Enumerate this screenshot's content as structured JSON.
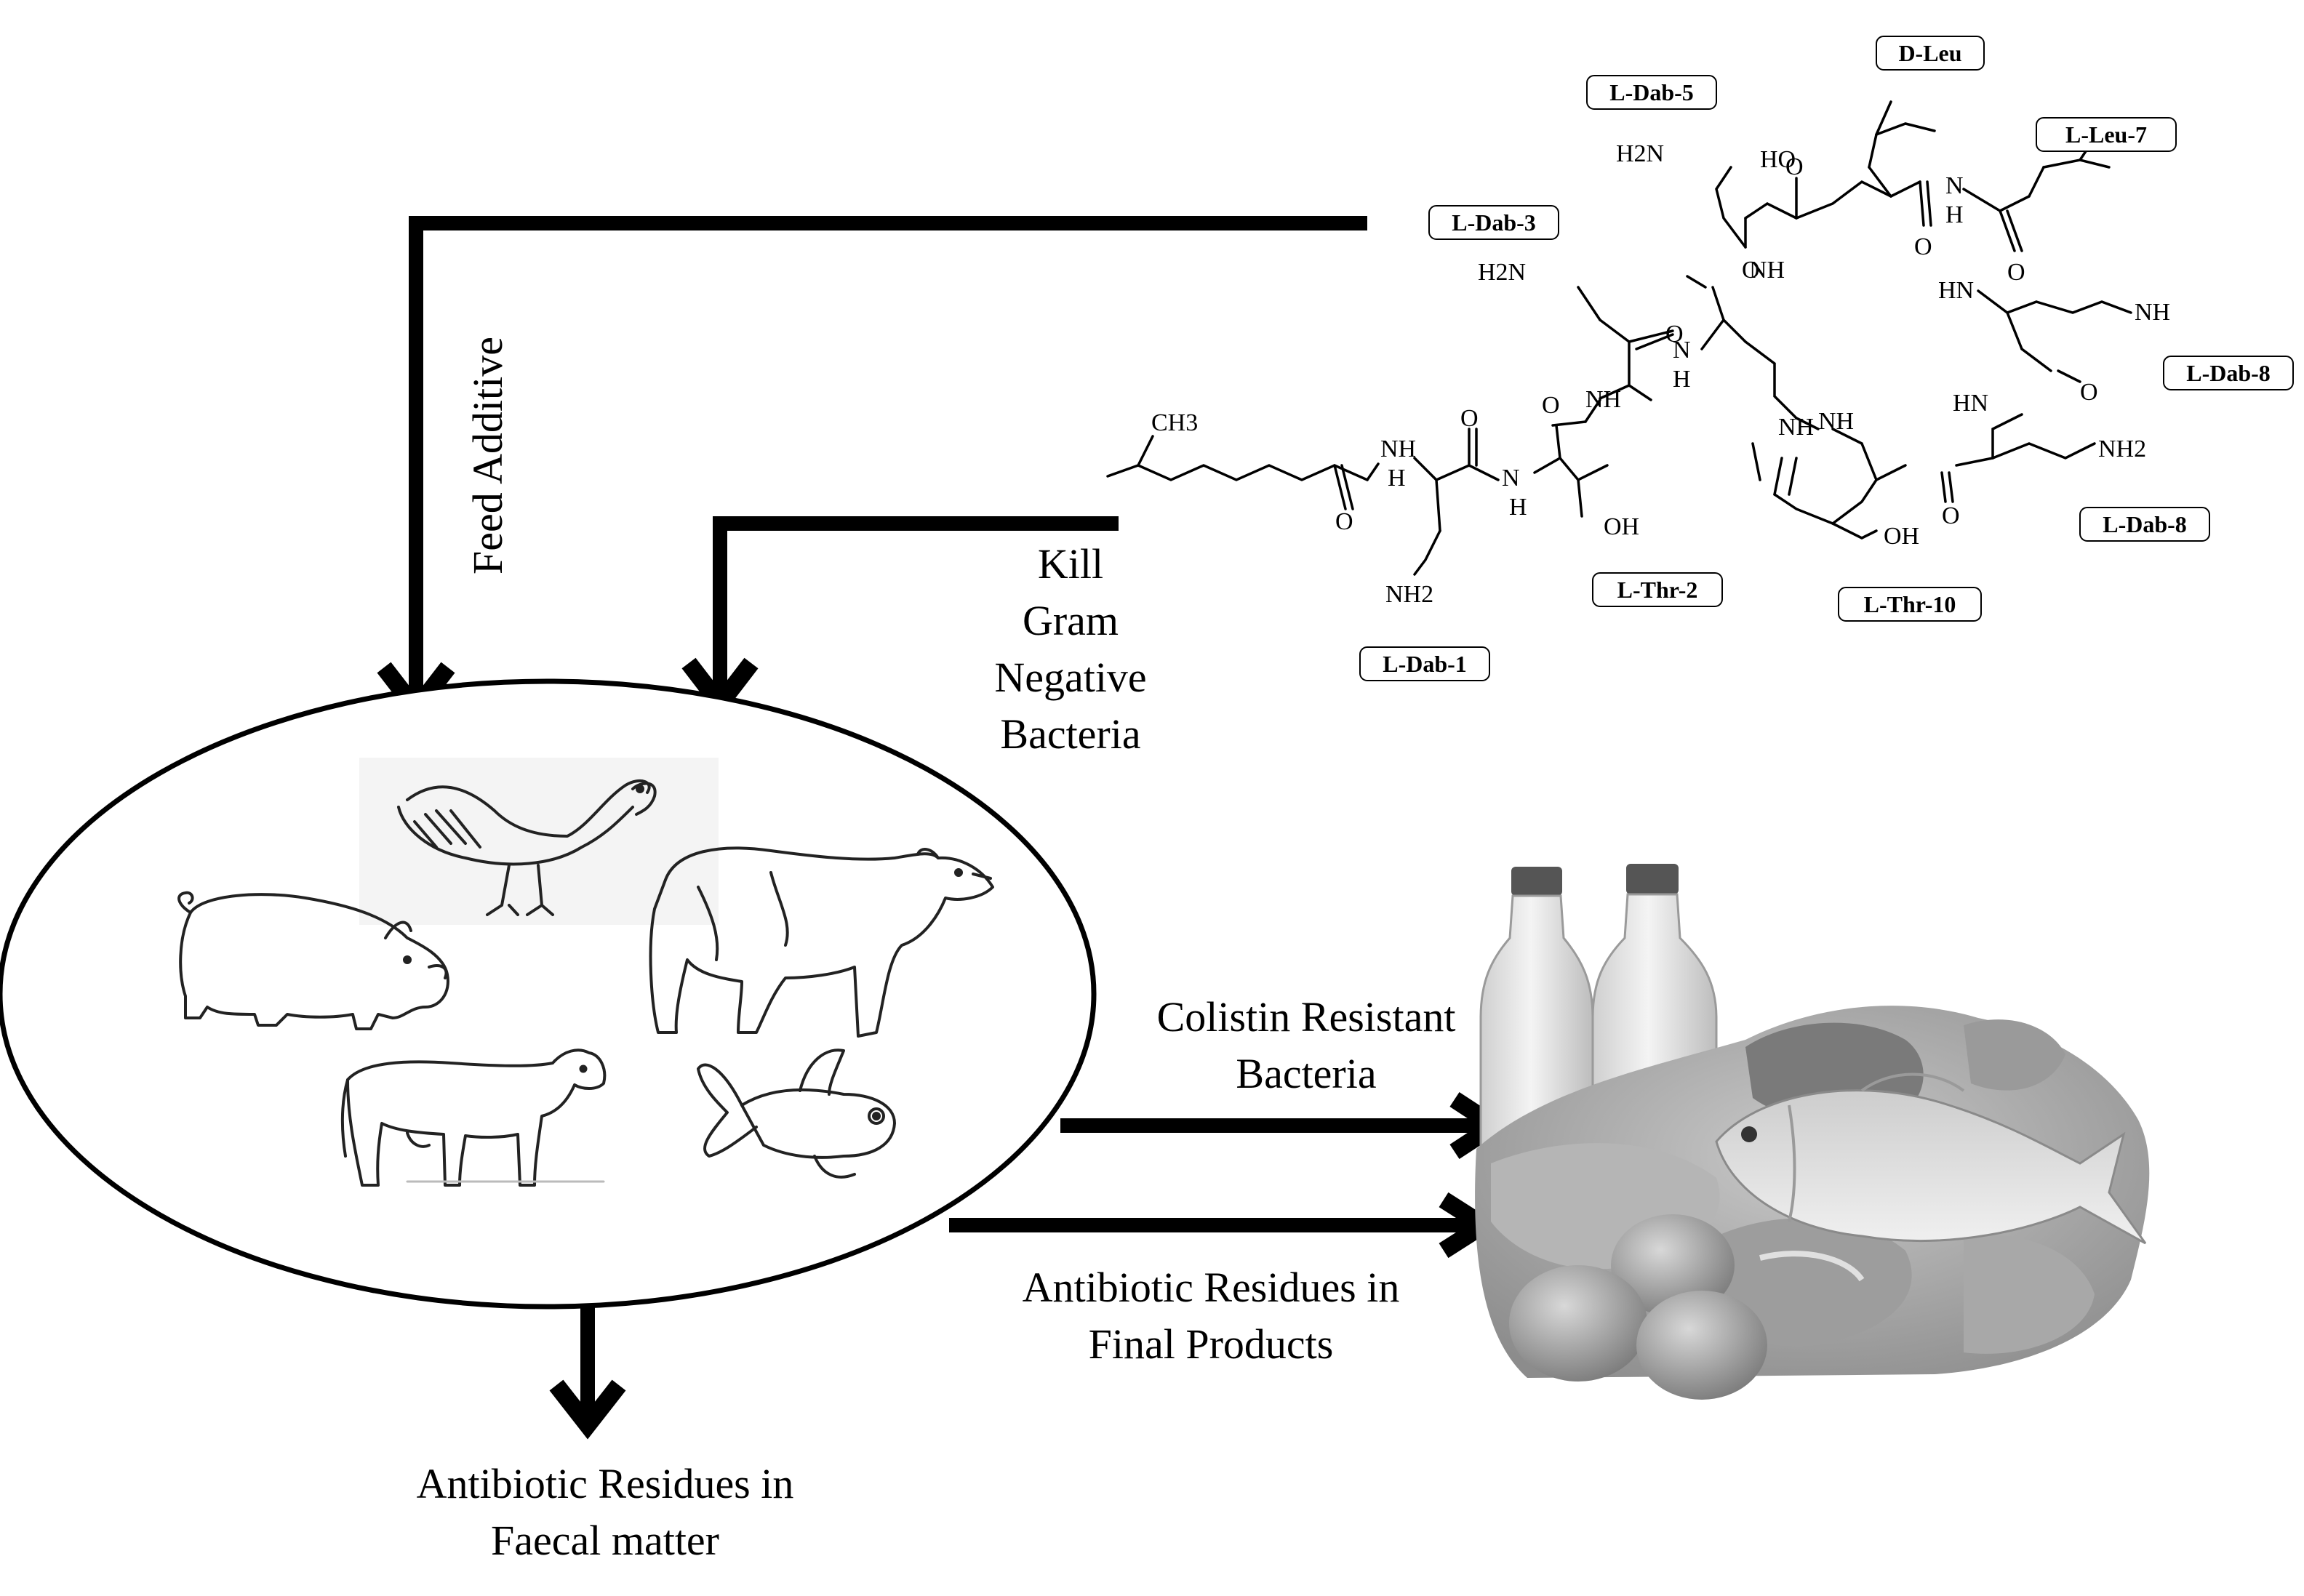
{
  "labels": {
    "feed_additive": "Feed Additive",
    "kill_line1": "Kill",
    "kill_line2": "Gram",
    "kill_line3": "Negative",
    "kill_line4": "Bacteria",
    "colistin_line1": "Colistin Resistant",
    "colistin_line2": "Bacteria",
    "final_line1": "Antibiotic Residues in",
    "final_line2": "Final Products",
    "faecal_line1": "Antibiotic Residues in",
    "faecal_line2": "Faecal matter"
  },
  "residues": {
    "dab1": "L-Dab-1",
    "thr2": "L-Thr-2",
    "dab3": "L-Dab-3",
    "dab5": "L-Dab-5",
    "dleu": "D-Leu",
    "leu7": "L-Leu-7",
    "dab8a": "L-Dab-8",
    "dab8b": "L-Dab-8",
    "thr10": "L-Thr-10"
  },
  "atoms": {
    "ch3": "CH3",
    "nh2_1": "NH2",
    "nh2_2": "H2N",
    "nh2_3": "H2N",
    "nh2_4": "NH2",
    "nh_1": "NH",
    "h_1": "H",
    "nh_2": "N",
    "h_2": "H",
    "nh_3": "NH",
    "nh_4": "N",
    "h_4": "H",
    "nh_5": "NH",
    "nh_6": "NH",
    "nh_7": "N",
    "h_7": "H",
    "nh_8": "HN",
    "nh_9": "NH",
    "nh_10": "HN",
    "nh_11": "NH",
    "oh_1": "OH",
    "oh_2": "HO",
    "oh_3": "OH",
    "o_1": "O",
    "o_2": "O",
    "o_3": "O",
    "o_4": "O",
    "o_5": "O",
    "o_6": "O",
    "o_7": "O",
    "o_8": "O",
    "o_9": "O",
    "o_10": "O"
  },
  "colors": {
    "line": "#000000",
    "products_bg": "#8a8a8a"
  }
}
